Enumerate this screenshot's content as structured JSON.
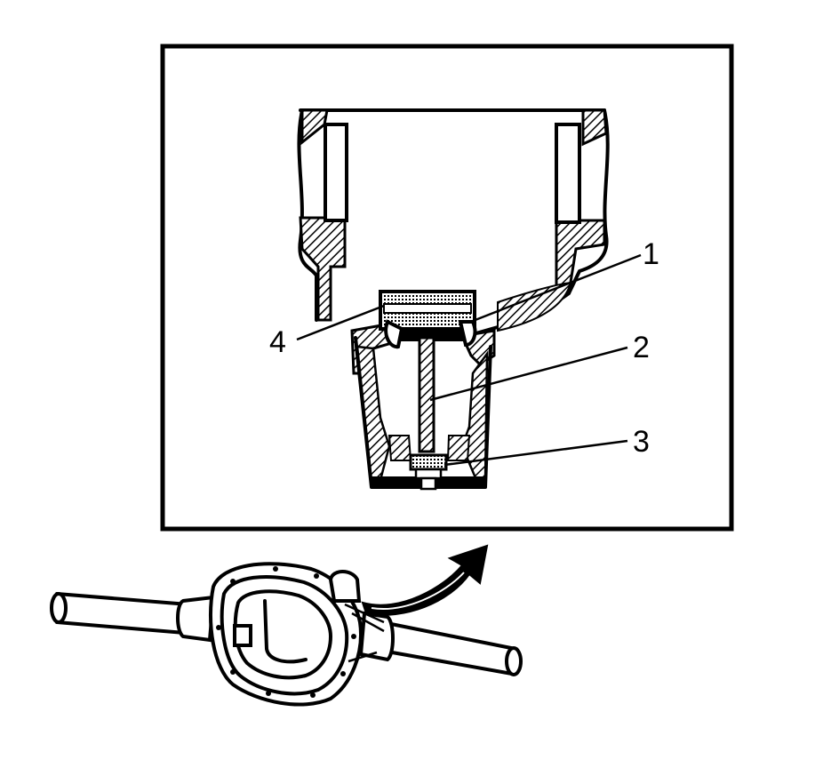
{
  "callouts": [
    {
      "label": "1"
    },
    {
      "label": "2"
    },
    {
      "label": "3"
    },
    {
      "label": "4"
    }
  ],
  "colors": {
    "ink": "#000000",
    "paper": "#ffffff"
  }
}
